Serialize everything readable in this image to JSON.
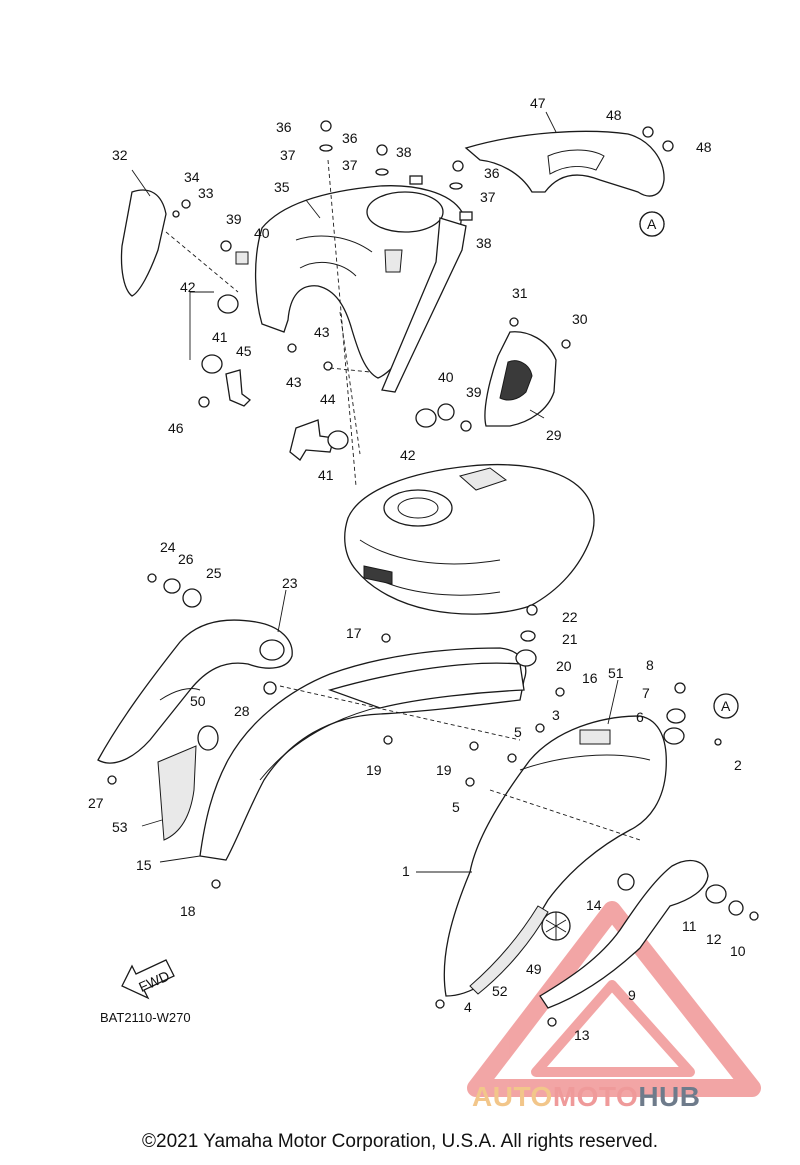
{
  "diagram": {
    "code": "BAT2110-W270",
    "fwd_label": "FWD",
    "ref_marker": "A",
    "copyright": "©2021 Yamaha Motor Corporation, U.S.A. All rights reserved.",
    "watermark": {
      "part1": "AUTO",
      "part2": "MOTO",
      "part3": "HUB"
    },
    "callouts": [
      "36",
      "37",
      "36",
      "37",
      "38",
      "36",
      "37",
      "38",
      "47",
      "48",
      "48",
      "32",
      "34",
      "33",
      "35",
      "39",
      "40",
      "42",
      "41",
      "45",
      "43",
      "43",
      "46",
      "44",
      "41",
      "31",
      "30",
      "40",
      "39",
      "42",
      "29",
      "24",
      "26",
      "25",
      "23",
      "22",
      "21",
      "20",
      "17",
      "16",
      "8",
      "7",
      "6",
      "2",
      "51",
      "3",
      "5",
      "5",
      "50",
      "28",
      "19",
      "19",
      "27",
      "53",
      "15",
      "18",
      "1",
      "14",
      "11",
      "12",
      "10",
      "49",
      "9",
      "52",
      "4",
      "13"
    ]
  }
}
